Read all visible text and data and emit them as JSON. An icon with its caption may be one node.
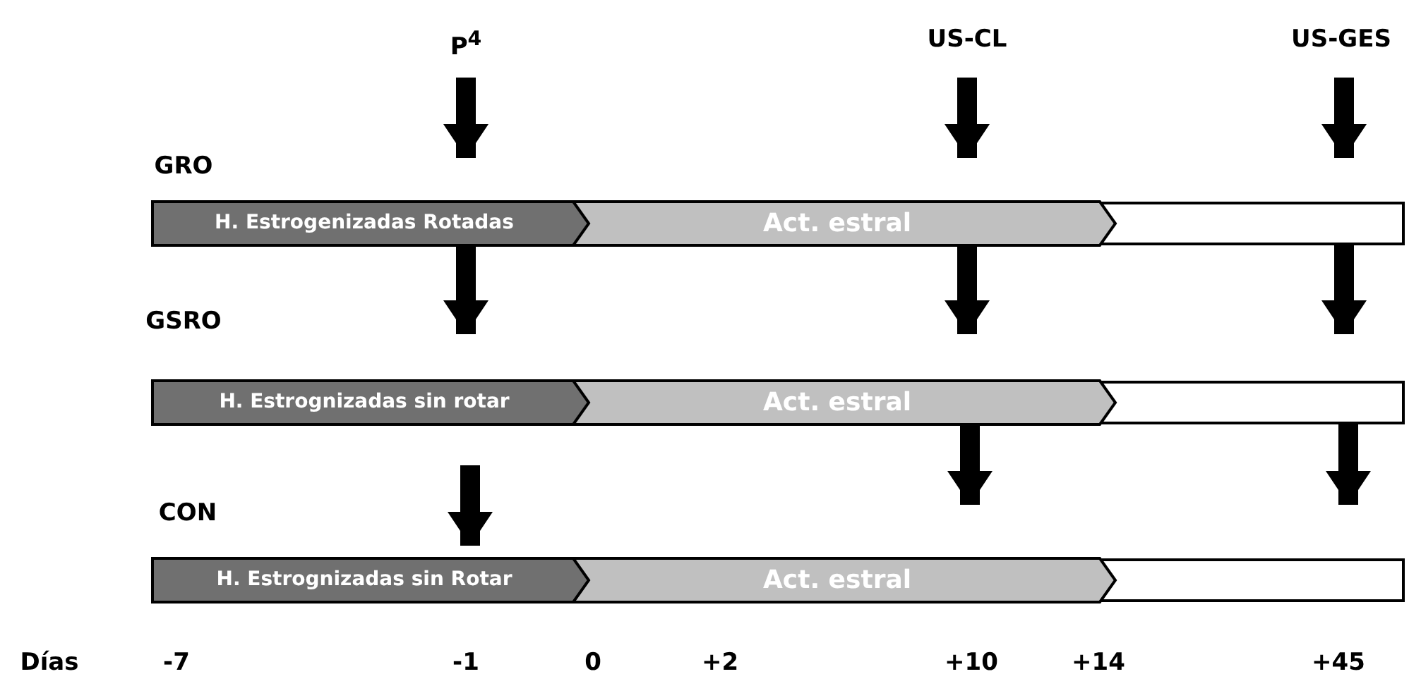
{
  "diagram": {
    "nodes": [
      {
        "text": [],
        "shape": "bar"
      },
      {
        "text": [
          "H. Estrogenizadas  Rotadas"
        ],
        "in": 0
      },
      {
        "text": [
          "Act. estral"
        ],
        "in": 0
      },
      {
        "text": [],
        "shape": "bar"
      },
      {
        "text": [
          "H. Estrognizadas  sin rotar"
        ],
        "in": 3
      },
      {
        "text": [
          "Act. estral"
        ],
        "in": 3
      },
      {
        "text": [],
        "shape": "bar"
      },
      {
        "text": [
          "H. Estrognizadas  sin Rotar"
        ],
        "in": 6
      },
      {
        "text": [
          "Act. estral"
        ],
        "in": 6
      }
    ],
    "edges": [
      {
        "from": null,
        "to": 0,
        "arrow": "to"
      },
      {
        "from": null,
        "to": 0,
        "arrow": "to"
      },
      {
        "from": null,
        "to": 0,
        "arrow": "to"
      },
      {
        "from": 1,
        "to": 3,
        "arrow": "to"
      },
      {
        "from": 2,
        "to": 3,
        "arrow": "to"
      },
      {
        "from": 0,
        "to": 3,
        "arrow": "to"
      },
      {
        "from": null,
        "to": 6,
        "arrow": "to"
      },
      {
        "from": 5,
        "to": 6,
        "arrow": "to"
      },
      {
        "from": 3,
        "to": 6,
        "arrow": "to"
      }
    ],
    "labels": [
      "P$^{4}$",
      "US-CL",
      "US-GES",
      "GRO",
      "GSRO",
      "CON",
      "Días",
      "-7",
      "-1",
      "0",
      "+2",
      "+10",
      "+14",
      "+45"
    ]
  }
}
